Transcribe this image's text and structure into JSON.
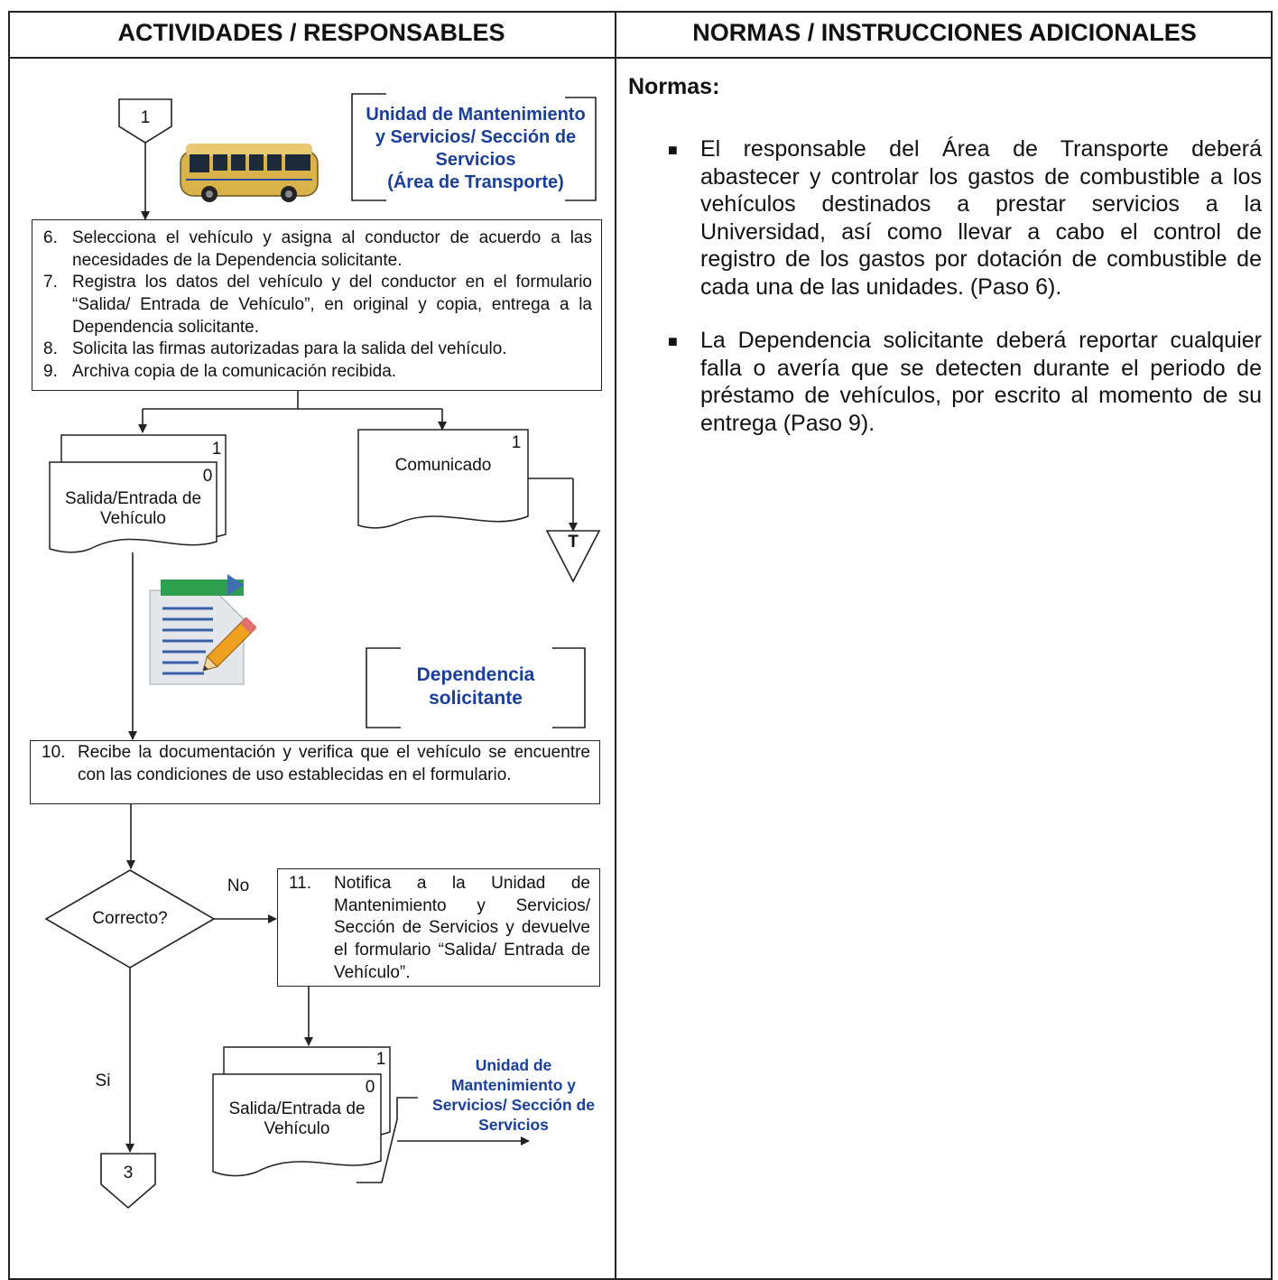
{
  "headers": {
    "left": "ACTIVIDADES / RESPONSABLES",
    "right": "NORMAS / INSTRUCCIONES ADICIONALES"
  },
  "connectors": {
    "top_page": "1",
    "end_page": "3",
    "terminator": "T"
  },
  "units": {
    "maintenance_transport": {
      "line1": "Unidad de Mantenimiento",
      "line2": "y Servicios/ Sección de",
      "line3": "Servicios",
      "line4": "(Área de Transporte)"
    },
    "requesting_dependency": {
      "line1": "Dependencia",
      "line2": "solicitante"
    },
    "maintenance_services": {
      "line1": "Unidad de",
      "line2": "Mantenimiento y",
      "line3": "Servicios/ Sección de",
      "line4": "Servicios"
    }
  },
  "step_box_1": {
    "steps": [
      {
        "num": "6.",
        "text": "Selecciona el vehículo y asigna al conductor de acuerdo a las necesidades de la Dependencia solicitante."
      },
      {
        "num": "7.",
        "text": "Registra los datos del vehículo y del conductor en el formulario “Salida/ Entrada de Vehículo”, en original y copia, entrega a la Dependencia solicitante."
      },
      {
        "num": "8.",
        "text": "Solicita las firmas autorizadas para la salida del vehículo."
      },
      {
        "num": "9.",
        "text": "Archiva copia de  la comunicación recibida."
      }
    ]
  },
  "documents": {
    "form_1": {
      "copy_top": "1",
      "copy_front": "0",
      "line1": "Salida/Entrada de",
      "line2": "Vehículo"
    },
    "comunicado": {
      "copy": "1",
      "label": "Comunicado"
    },
    "form_2": {
      "copy_top": "1",
      "copy_front": "0",
      "line1": "Salida/Entrada de",
      "line2": "Vehículo"
    }
  },
  "step_10": {
    "num": "10.",
    "text": "Recibe la documentación y verifica que el vehículo se encuentre con las condiciones de uso establecidas en el formulario."
  },
  "decision": {
    "label": "Correcto?",
    "no": "No",
    "yes": "Si"
  },
  "step_11": {
    "num": "11.",
    "text": "Notifica a la Unidad de Mantenimiento y Servicios/ Sección de Servicios y devuelve el formulario “Salida/ Entrada de Vehículo”."
  },
  "rules": {
    "heading": "Normas:",
    "items": [
      "El responsable del Área de Transporte deberá abastecer y controlar los gastos de combustible a los vehículos destinados a prestar servicios a la Universidad, así como llevar a cabo el control de registro de los gastos por dotación de combustible de cada una de las unidades. (Paso 6).",
      "La Dependencia solicitante deberá reportar cualquier falla o avería que se detecten durante el periodo de préstamo de vehículos, por escrito al momento de su entrega (Paso 9)."
    ]
  },
  "icons": {
    "bus": "bus-icon",
    "document_edit": "document-edit-icon"
  },
  "colors": {
    "unit_text": "#1a3f9a",
    "bus_body": "#d9b24a",
    "doc_green": "#2e9e4f",
    "pencil": "#f0a020"
  }
}
